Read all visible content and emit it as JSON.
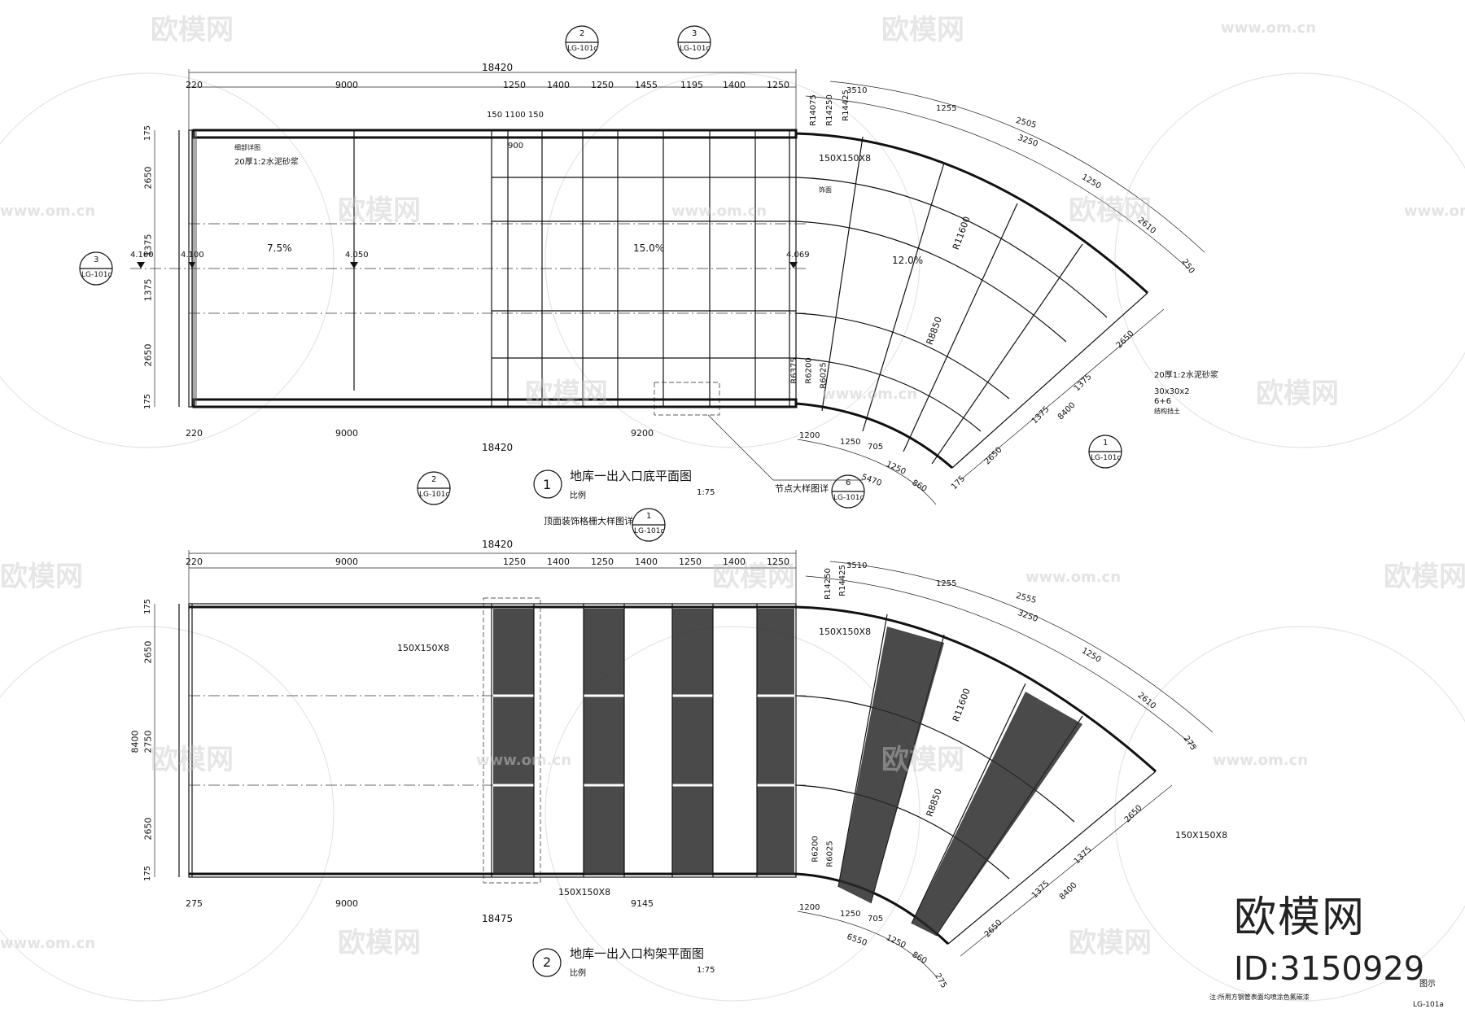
{
  "plan1": {
    "title": "地库一出入口底平面图",
    "number": "1",
    "scale_label": "比例",
    "scale": "1:75",
    "top_dims": [
      "220",
      "9000",
      "1250",
      "1400",
      "1250",
      "1455",
      "1195",
      "1400",
      "1250"
    ],
    "overall_top": "18420",
    "sub_dims": "150 1100 150",
    "bottom_dims": [
      "220",
      "9000",
      "9200"
    ],
    "overall_bottom": "18420",
    "left_dims": [
      "175",
      "2650",
      "1375",
      "1375",
      "2650",
      "175"
    ],
    "slopes": [
      "7.5%",
      "15.0%",
      "12.0%"
    ],
    "elevations": [
      "4.100",
      "4.100",
      "4.050",
      "4.069"
    ],
    "radii": [
      "R14075",
      "R14250",
      "R14425",
      "R11600",
      "R8850",
      "R6375",
      "R6200",
      "R6025"
    ],
    "arc_dims_outer": [
      "3510",
      "1255",
      "2505",
      "3250",
      "1250",
      "2610",
      "250"
    ],
    "arc_dims_inner": [
      "1200",
      "1250",
      "705",
      "1250",
      "5470",
      "860"
    ],
    "right_dims": [
      "2650",
      "1375",
      "1375",
      "8400",
      "2650",
      "175"
    ],
    "notes": [
      "150X150X8",
      "20厚1:2水泥砂浆",
      "30x30x2",
      "6+6",
      "细部详图",
      "900",
      "结构挡土",
      "饰面",
      "节点大样图详"
    ],
    "callout": "LG-101c",
    "callouts": [
      "2",
      "3",
      "3",
      "1",
      "6",
      "2"
    ]
  },
  "plan2": {
    "title": "地库一出入口构架平面图",
    "number": "2",
    "scale_label": "比例",
    "scale": "1:75",
    "top_dims": [
      "220",
      "9000",
      "1250",
      "1400",
      "1250",
      "1400",
      "1250",
      "1400",
      "1250"
    ],
    "overall_top": "18420",
    "bottom_dims": [
      "275",
      "9000",
      "9145"
    ],
    "overall_bottom": "18475",
    "left_dims": [
      "175",
      "2650",
      "8400",
      "2750",
      "2650",
      "175"
    ],
    "radii": [
      "R14250",
      "R14425",
      "R11600",
      "R8850",
      "R6200",
      "R6025"
    ],
    "arc_dims_outer": [
      "3510",
      "1255",
      "2555",
      "3250",
      "1250",
      "2610",
      "275"
    ],
    "arc_dims_inner": [
      "1200",
      "1250",
      "705",
      "1250",
      "6550",
      "860",
      "275"
    ],
    "right_dims": [
      "2650",
      "1375",
      "1375",
      "8400",
      "2650"
    ],
    "notes": [
      "150X150X8",
      "150X150X8",
      "150X150X8",
      "150X150X8",
      "顶面装饰格栅大样图详"
    ],
    "callout": "LG-101c",
    "callouts": [
      "1"
    ]
  },
  "sheet": {
    "code": "LG-101a",
    "label": "图示",
    "footnote": "注:所用方钢管表面均喷涂色氟碳漆"
  },
  "watermark": {
    "brand": "欧模网",
    "site": "www.om.cn",
    "id": "ID:3150929"
  }
}
